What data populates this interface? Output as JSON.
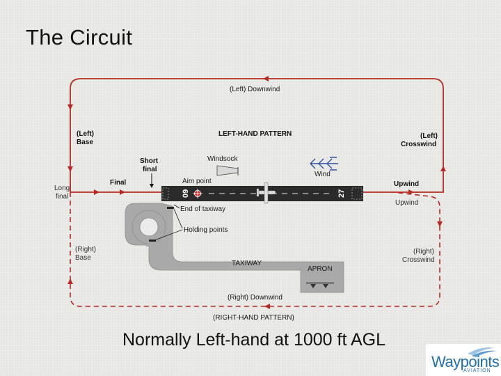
{
  "title": "The Circuit",
  "diagram": {
    "left_pattern": {
      "heading": "LEFT-HAND PATTERN",
      "downwind": "(Left) Downwind",
      "base_line1": "(Left)",
      "base_line2": "Base",
      "crosswind_line1": "(Left)",
      "crosswind_line2": "Crosswind",
      "final": "Final",
      "upwind": "Upwind",
      "short_final_line1": "Short",
      "short_final_line2": "final",
      "long_final_line1": "Long",
      "long_final_line2": "final"
    },
    "right_pattern": {
      "heading": "(RIGHT-HAND PATTERN)",
      "downwind": "(Right) Downwind",
      "base_line1": "(Right)",
      "base_line2": "Base",
      "crosswind_line1": "(Right)",
      "crosswind_line2": "Crosswind",
      "upwind": "Upwind"
    },
    "airfield": {
      "windsock": "Windsock",
      "wind": "Wind",
      "aim_point": "Aim point",
      "runway_left_number": "09",
      "runway_right_number": "27",
      "end_of_taxiway": "End of taxiway",
      "holding_points": "Holding points",
      "taxiway": "TAXIWAY",
      "apron": "APRON"
    },
    "colors": {
      "left_circuit": "#b52a22",
      "right_circuit": "#b52a22",
      "runway": "#2b2b2b",
      "taxiway": "#a9a9a9"
    }
  },
  "footer": "Normally Left-hand at 1000 ft  AGL",
  "logo": {
    "text": "Waypoints",
    "subtext": "AVIATION"
  }
}
